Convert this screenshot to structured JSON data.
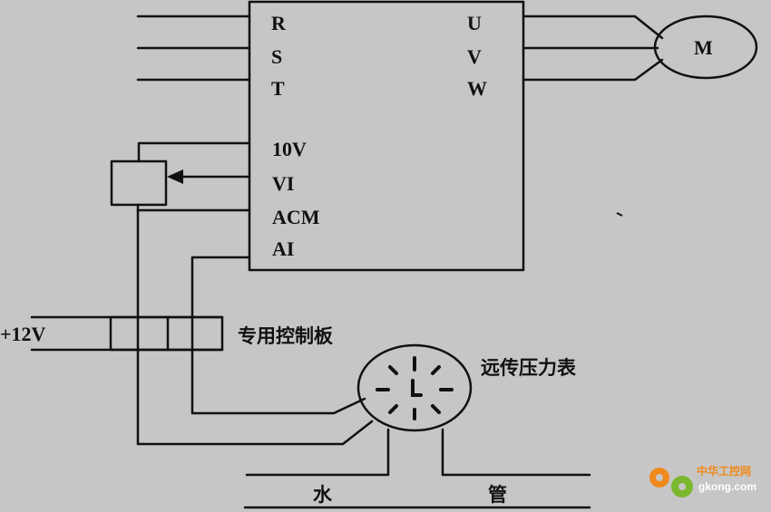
{
  "inverter": {
    "inputs": [
      "R",
      "S",
      "T"
    ],
    "outputs": [
      "U",
      "V",
      "W"
    ],
    "control_terminals": [
      "10V",
      "VI",
      "ACM",
      "AI"
    ]
  },
  "motor": {
    "label": "M"
  },
  "supply": {
    "label": "+12V"
  },
  "control_board": {
    "label": "专用控制板"
  },
  "pressure_gauge": {
    "label": "远传压力表"
  },
  "pipe": {
    "label_left": "水",
    "label_right": "管"
  },
  "watermark": {
    "name": "中华工控网",
    "url": "gkong.com"
  },
  "colors": {
    "background": "#c6c6c6",
    "ink": "#111111",
    "watermark_orange": "#f08a1c",
    "watermark_green": "#7cb82f"
  }
}
